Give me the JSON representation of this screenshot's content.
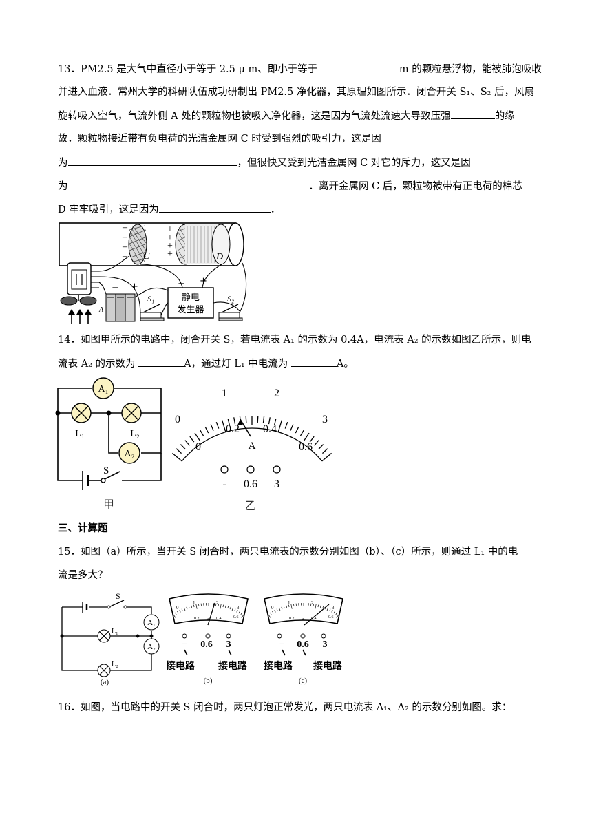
{
  "q13": {
    "l1a": "13．PM2.5 是大气中直径小于等于 2.5 μ m、即小于等于",
    "l1b": " m 的颗粒悬浮物，能被肺泡吸收",
    "l2": "并进入血液．常州大学的科研队伍成功研制出 PM2.5 净化器，其原理如图所示．闭合开关 S₁、S₂ 后，风扇",
    "l3a": "旋转吸入空气，气流外侧 A 处的颗粒物也被吸入净化器，这是因为气流处流速大导致压强",
    "l3b": "的缘",
    "l4": "故．颗粒物接近带有负电荷的光洁金属网 C 时受到强烈的吸引力，这是因",
    "l5a": "为",
    "l5b": "，但很快又受到光洁金属网 C 对它的斥力，这又是因",
    "l6a": "为",
    "l6b": "．离开金属网 C 后，颗粒物被带有正电荷的棉芯",
    "l7a": "D 牢牢吸引，这是因为",
    "l7b": "．",
    "fig": {
      "C": "C",
      "D": "D",
      "A": "A",
      "S1": "S₁",
      "S2": "S₂",
      "generator": [
        "静电",
        "发生器"
      ],
      "minus": "−",
      "plus": "+"
    }
  },
  "q14": {
    "l1": "14．如图甲所示的电路中，闭合开关 S，若电流表 A₁ 的示数为 0.4A，电流表 A₂ 的示数如图乙所示，则电",
    "l2a": "流表 A₂ 的示数为 ",
    "l2b": "A，通过灯 L₁ 中电流为 ",
    "l2c": "A。",
    "fig_left": {
      "A1": "A₁",
      "A2": "A₂",
      "L1": "L₁",
      "L2": "L₂",
      "S": "S",
      "caption": "甲"
    },
    "fig_right": {
      "top_scale": [
        "0",
        "1",
        "2",
        "3"
      ],
      "bottom_scale": [
        "0",
        "0.2",
        "0.4",
        "0.6"
      ],
      "unit": "A",
      "terminals": [
        "-",
        "0.6",
        "3"
      ],
      "caption": "乙",
      "needle_reading_small_range": 0.26
    }
  },
  "section3": {
    "title": "三、计算题"
  },
  "q15": {
    "l1": "15．如图（a）所示，当开关 S 闭合时，两只电流表的示数分别如图（b）、（c）所示，则通过 L₁ 中的电",
    "l2": "流是多大？",
    "fig": {
      "S": "S",
      "L1": "L₁",
      "L2": "L₂",
      "A1": "A₁",
      "A2": "A₂",
      "cap_a": "(a)",
      "cap_b": "(b)",
      "cap_c": "(c)",
      "terminals": [
        "−",
        "0.6",
        "3"
      ],
      "connect": "接电路",
      "meter_top": [
        "0",
        "1",
        "2",
        "3"
      ],
      "meter_bottom": [
        "0.2",
        "0.4",
        "0.6"
      ],
      "meter_unit": "A"
    }
  },
  "q16": {
    "l1": "16．如图，当电路中的开关 S 闭合时，两只灯泡正常发光，两只电流表 A₁、A₂ 的示数分别如图。求："
  }
}
